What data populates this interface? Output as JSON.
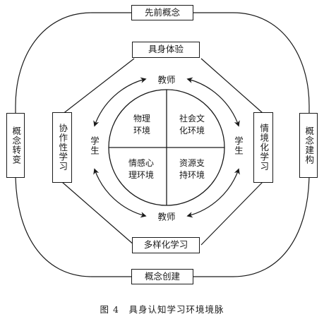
{
  "outer": {
    "top": "先前概念",
    "bottom": "概念创建",
    "left": "概念转变",
    "right": "概念建构"
  },
  "octagon": {
    "top": "具身体验",
    "bottom": "多样化学习",
    "left": "协作性学习",
    "right": "情境化学习"
  },
  "circle": {
    "top": "教师",
    "bottom": "教师",
    "left": "学生",
    "right": "学生",
    "quadrants": {
      "top_left": "物理\n环境",
      "top_right": "社会文\n化环境",
      "bottom_left": "情感心\n理环境",
      "bottom_right": "资源支\n持环境"
    }
  },
  "caption": "图 4　具身认知学习环境境脉"
}
